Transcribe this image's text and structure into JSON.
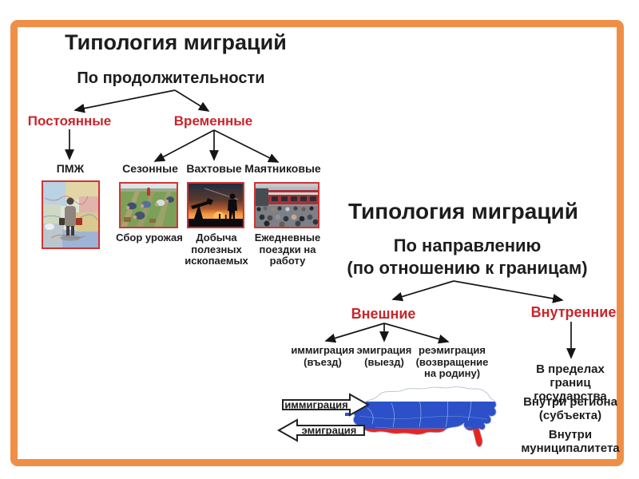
{
  "left_diagram": {
    "title": "Типология миграций",
    "subtitle": "По продолжительности",
    "level1": [
      {
        "label": "Постоянные"
      },
      {
        "label": "Временные"
      }
    ],
    "nodes": [
      {
        "label": "ПМЖ",
        "image": "migrant-walking-on-map",
        "caption": ""
      },
      {
        "label": "Сезонные",
        "image": "harvest-workers-field",
        "caption": "Сбор урожая"
      },
      {
        "label": "Вахтовые",
        "image": "oil-pumpjack-sunset",
        "caption": "Добыча полезных ископаемых"
      },
      {
        "label": "Маятниковые",
        "image": "commuter-train-crowd",
        "caption": "Ежедневные поездки на работу"
      }
    ]
  },
  "right_diagram": {
    "title": "Типология миграций",
    "subtitle_line1": "По направлению",
    "subtitle_line2": "(по отношению к границам)",
    "external": {
      "label": "Внешние",
      "children": [
        "иммиграция (въезд)",
        "эмиграция (выезд)",
        "реэмиграция (возвращение на родину)"
      ]
    },
    "internal": {
      "label": "Внутренние",
      "items": [
        "В пределах границ государства",
        "Внутри региона (субъекта)",
        "Внутри муниципалитета"
      ]
    },
    "map": {
      "immigration_label": "иммиграция",
      "emigration_label": "эмиграция"
    }
  },
  "colors": {
    "frame_orange": "#ef8f47",
    "accent_red": "#c9252b",
    "text_dark": "#1d1d1f",
    "flag_white": "#ffffff",
    "flag_blue": "#2b50c8",
    "flag_red": "#e8251d"
  }
}
